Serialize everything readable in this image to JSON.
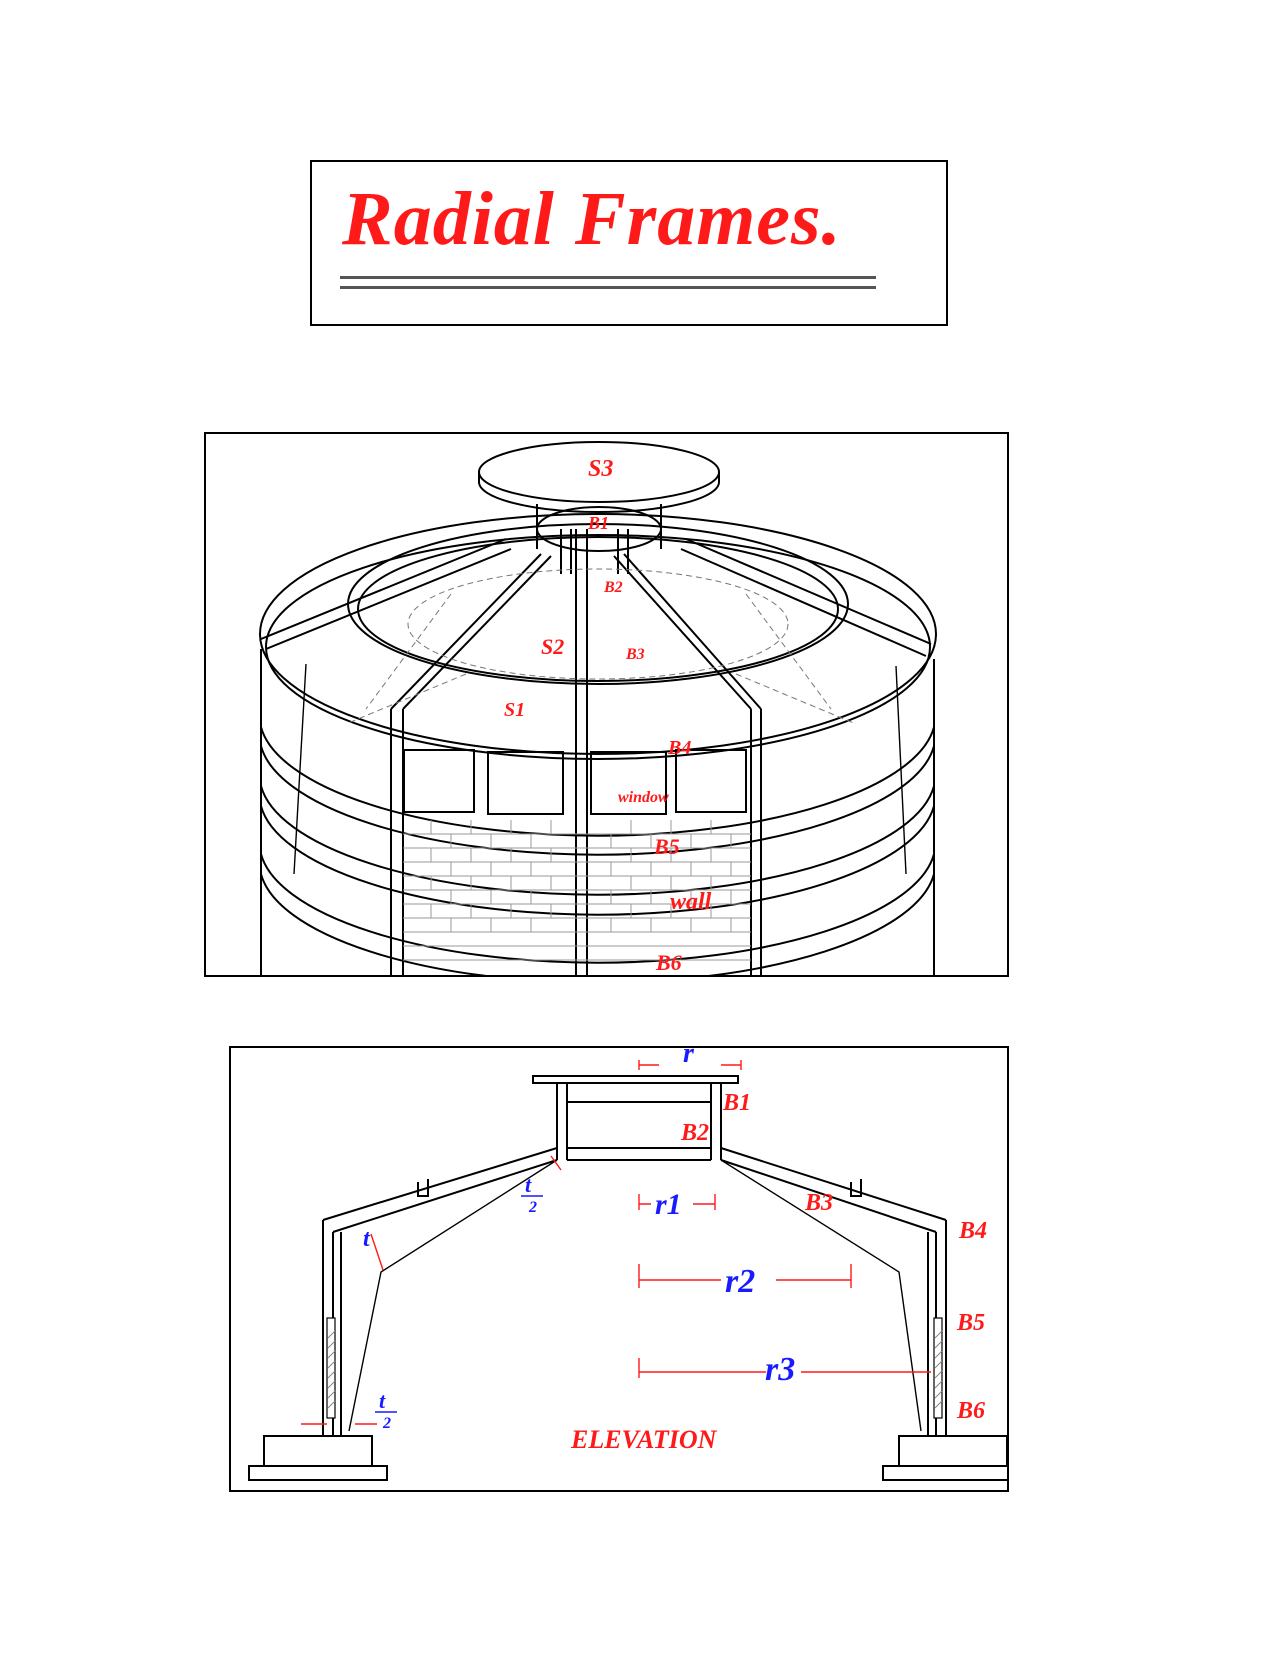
{
  "title": "Radial Frames.",
  "perspective": {
    "labels": {
      "s3": "S3",
      "b1": "B1",
      "b2": "B2",
      "s2": "S2",
      "b3": "B3",
      "s1": "S1",
      "b4": "B4",
      "window": "window",
      "b5": "B5",
      "wall": "wall",
      "b6": "B6"
    }
  },
  "elevation": {
    "caption": "ELEVATION",
    "labels": {
      "b1": "B1",
      "b2": "B2",
      "b3": "B3",
      "b4": "B4",
      "b5": "B5",
      "b6": "B6"
    },
    "dims": {
      "r": "r",
      "r1": "r1",
      "r2": "r2",
      "r3": "r3",
      "t": "t",
      "t_half_num": "t",
      "t_half_den": "2"
    }
  },
  "colors": {
    "label": "#ff1a1a",
    "dimension": "#1a1aff",
    "line": "#000000"
  }
}
